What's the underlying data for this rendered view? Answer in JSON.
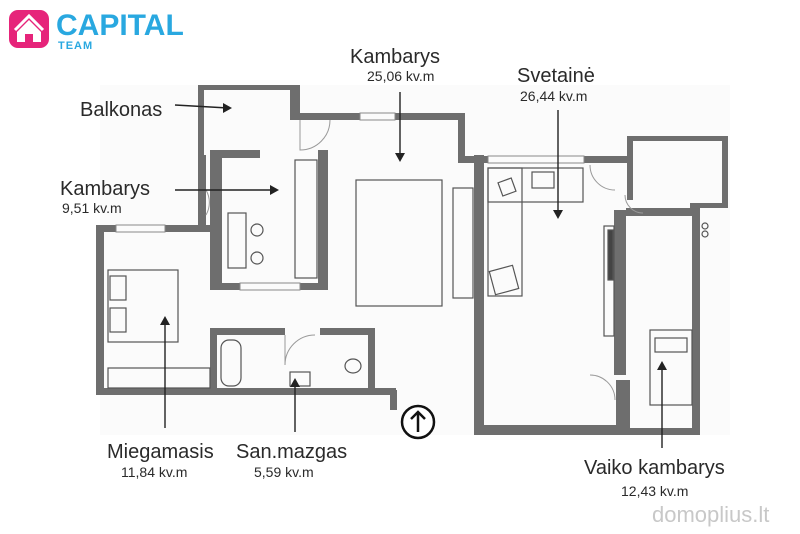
{
  "brand": {
    "name": "CAPITAL",
    "subtitle": "TEAM",
    "colors": {
      "logo_accent": "#e6247a",
      "text": "#29a8e0"
    }
  },
  "watermark": "domoplius.lt",
  "entrance_icon": "arrow-up-circle-icon",
  "rooms": [
    {
      "id": "balkonas",
      "name": "Balkonas",
      "area": ""
    },
    {
      "id": "kambarys-small",
      "name": "Kambarys",
      "area": "9,51 kv.m"
    },
    {
      "id": "kambarys-main",
      "name": "Kambarys",
      "area": "25,06 kv.m"
    },
    {
      "id": "svetaine",
      "name": "Svetainė",
      "area": "26,44 kv.m"
    },
    {
      "id": "miegamasis",
      "name": "Miegamasis",
      "area": "11,84 kv.m"
    },
    {
      "id": "san-mazgas",
      "name": "San.mazgas",
      "area": "5,59 kv.m"
    },
    {
      "id": "vaiko-kambarys",
      "name": "Vaiko kambarys",
      "area": "12,43 kv.m"
    }
  ]
}
